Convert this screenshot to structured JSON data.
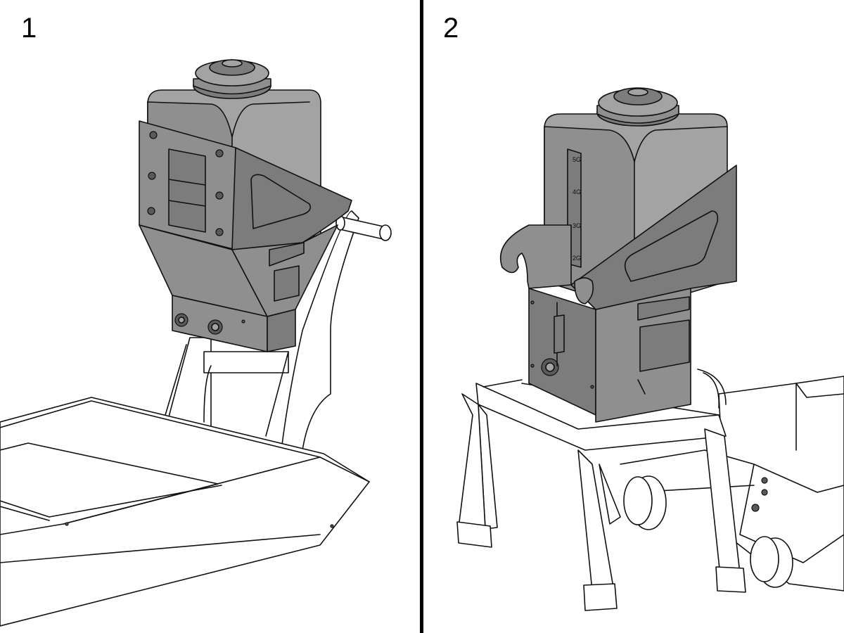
{
  "steps": [
    {
      "label": "1"
    },
    {
      "label": "2"
    }
  ],
  "scale_marks": [
    "5G",
    "4G",
    "3G",
    "2G"
  ],
  "colors": {
    "tank": "#8f8f8f",
    "line": "#111111",
    "background": "#ffffff",
    "divider": "#000000"
  }
}
